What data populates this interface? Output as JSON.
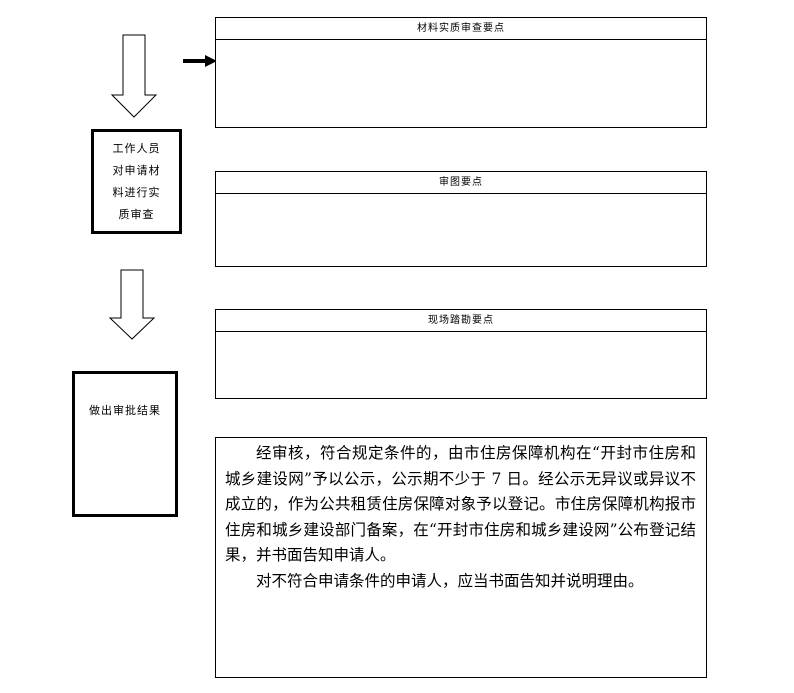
{
  "panels": {
    "material_review": {
      "title": "材料实质审查要点"
    },
    "drawing_review": {
      "title": "审图要点"
    },
    "site_survey": {
      "title": "现场踏勘要点"
    }
  },
  "steps": {
    "staff_review": {
      "lines": [
        "工作人员",
        "对申请材",
        "料进行实",
        "质审查"
      ]
    },
    "decision": {
      "label": "做出审批结果"
    }
  },
  "notice": {
    "paragraphs": [
      "经审核，符合规定条件的，由市住房保障机构在“开封市住房和城乡建设网”予以公示，公示期不少于 7 日。经公示无异议或异议不成立的，作为公共租赁住房保障对象予以登记。市住房保障机构报市住房和城乡建设部门备案，在“开封市住房和城乡建设网”公布登记结果，并书面告知申请人。",
      "对不符合申请条件的申请人，应当书面告知并说明理由。"
    ]
  }
}
